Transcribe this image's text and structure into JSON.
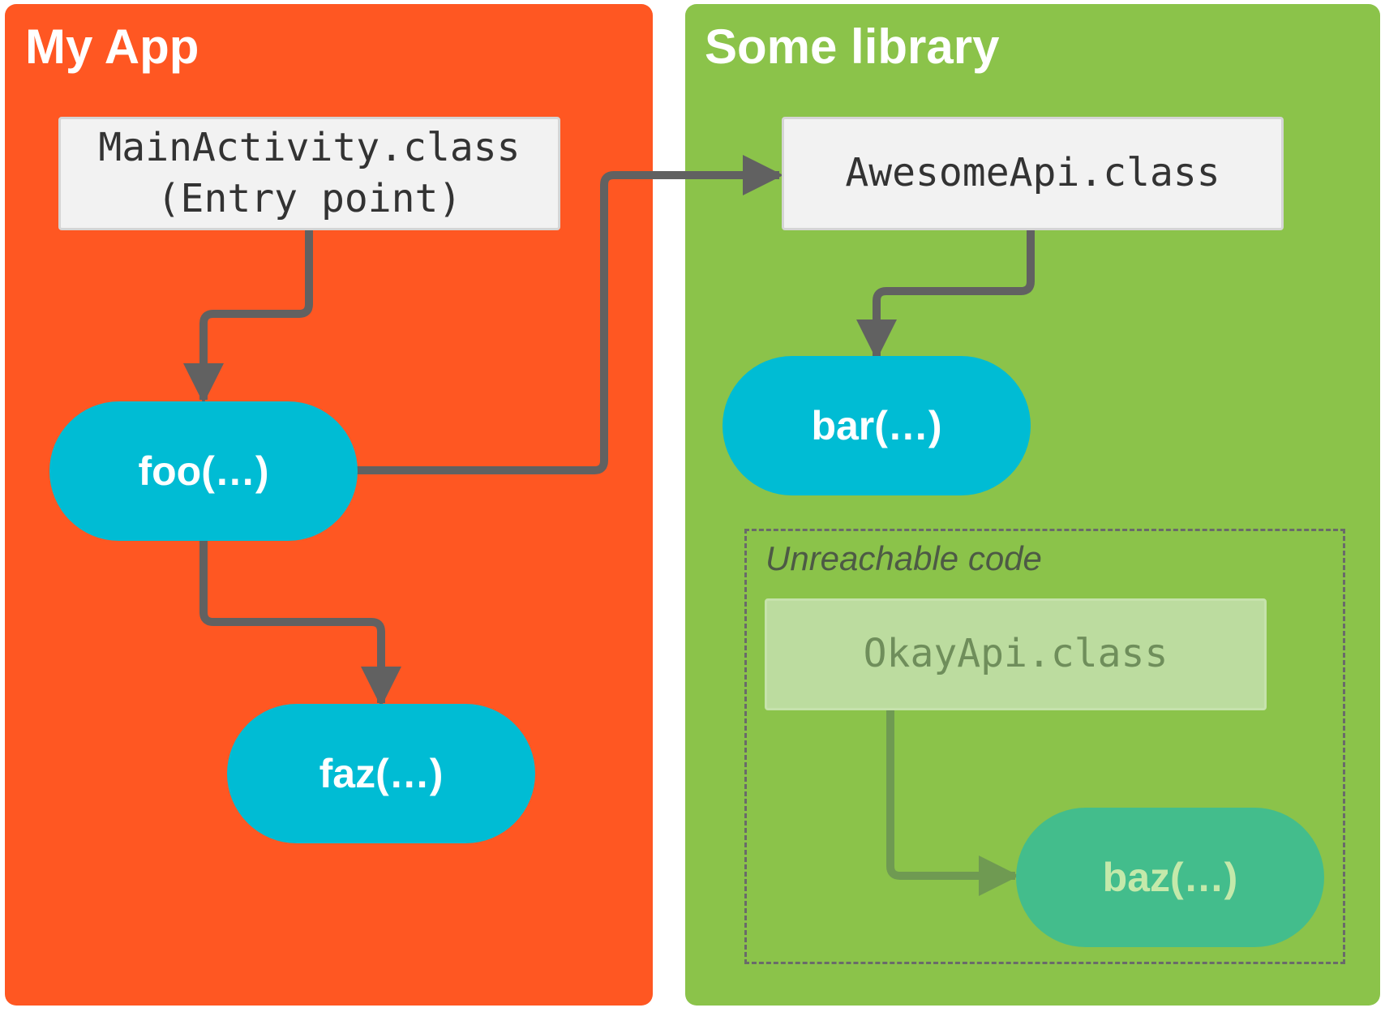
{
  "app_panel": {
    "title": "My App",
    "color": "#ff5722"
  },
  "library_panel": {
    "title": "Some library",
    "color": "#8bc34a"
  },
  "nodes": {
    "main_activity": {
      "line1": "MainActivity.class",
      "line2": "(Entry point)"
    },
    "foo": "foo(…)",
    "faz": "faz(…)",
    "awesome_api": "AwesomeApi.class",
    "bar": "bar(…)",
    "okay_api": "OkayApi.class",
    "baz": "baz(…)"
  },
  "unreachable": {
    "label": "Unreachable code"
  },
  "colors": {
    "method": "#00bcd4",
    "method_faded": "#43bd8c",
    "class_box": "#f2f2f2",
    "class_box_faded": "#bcdc9f",
    "arrow": "#616161",
    "arrow_faded": "#6f9a52"
  },
  "edges": [
    {
      "from": "main_activity",
      "to": "foo"
    },
    {
      "from": "foo",
      "to": "faz"
    },
    {
      "from": "foo",
      "to": "awesome_api"
    },
    {
      "from": "awesome_api",
      "to": "bar"
    },
    {
      "from": "okay_api",
      "to": "baz",
      "faded": true
    }
  ]
}
